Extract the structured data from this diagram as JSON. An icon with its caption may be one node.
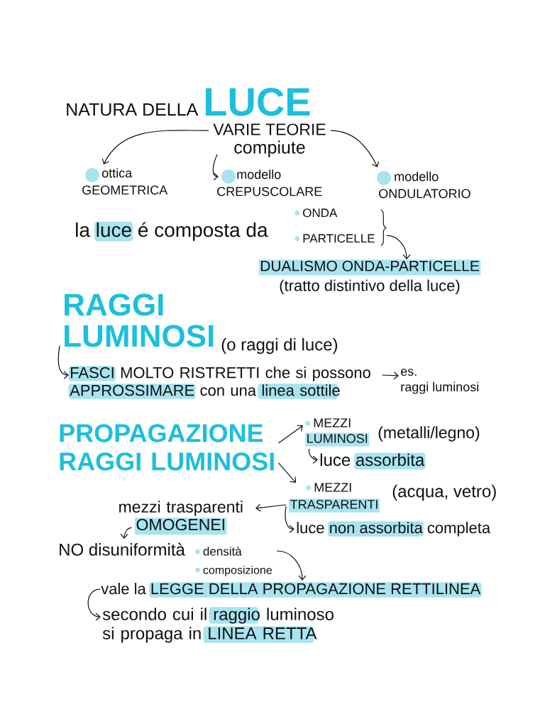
{
  "diagram": {
    "title": "NATURA DELLA **LUCE**",
    "nodes": [
      {
        "text": [
          "VARIE TEORIE",
          "compiute"
        ]
      },
      {
        "text": [
          "ottica GEOMETRICA"
        ]
      },
      {
        "text": [
          "modello CREPUSCOLARE"
        ]
      },
      {
        "text": [
          "modello ONDULATORIO"
        ]
      },
      {
        "text": [
          "ONDA",
          "PARTICELLE"
        ]
      },
      {
        "text": [
          "DUALISMO ONDA-PARTICELLE",
          "(tratto distintivo della luce)"
        ]
      },
      {
        "text": [
          "RAGGI LUMINOSI"
        ],
        "beside": [
          "(o raggi di luce)"
        ]
      },
      {
        "text": [
          "**FASCI** MOLTO RISTRETTI che si possono **APPROSSIMARE** con una **linea sottile**"
        ]
      },
      {
        "text": [
          "es. raggi luminosi"
        ]
      },
      {
        "text": [
          "PROPAGAZIONE RAGGI LUMINOSI"
        ]
      },
      {
        "text": [
          "MEZZI **LUMINOSI**"
        ],
        "beside": [
          "(metalli/legno)"
        ]
      },
      {
        "text": [
          "luce **assorbita**"
        ]
      },
      {
        "text": [
          "MEZZI **TRASPARENTI**"
        ],
        "beside": [
          "(acqua, vetro)"
        ]
      },
      {
        "text": [
          "mezzi trasparenti **OMOGENEI**"
        ]
      },
      {
        "text": [
          "luce **non assorbita** completa"
        ]
      },
      {
        "text": [
          "NO disuniformità",
          "densità",
          "composizione"
        ]
      },
      {
        "text": [
          "vale la **LEGGE DELLA PROPAGAZIONE RETTILINEA**"
        ]
      },
      {
        "text": [
          "secondo cui il **raggio** luminoso si propaga in **LINEA RETTA**"
        ]
      }
    ],
    "edges": [
      {
        "from": 0,
        "to": 1,
        "arrow": "to"
      },
      {
        "from": 0,
        "to": 2,
        "arrow": "to"
      },
      {
        "from": 0,
        "to": 3,
        "arrow": "to"
      },
      {
        "from": 4,
        "to": 5,
        "arrow": "to"
      },
      {
        "from": 6,
        "to": 7,
        "arrow": "to"
      },
      {
        "from": 7,
        "to": 8,
        "arrow": "to"
      },
      {
        "from": 9,
        "to": 10,
        "arrow": "to"
      },
      {
        "from": 9,
        "to": 12,
        "arrow": "to"
      },
      {
        "from": 10,
        "to": 11,
        "arrow": "to"
      },
      {
        "from": 12,
        "to": 13,
        "arrow": "to"
      },
      {
        "from": 12,
        "to": 14,
        "arrow": "to"
      },
      {
        "from": 13,
        "to": 15,
        "arrow": "to"
      },
      {
        "from": 15,
        "to": 16,
        "arrow": "to"
      },
      {
        "from": 16,
        "to": 17,
        "arrow": "to"
      }
    ],
    "labels": [
      "la **luce** é composta da"
    ]
  }
}
